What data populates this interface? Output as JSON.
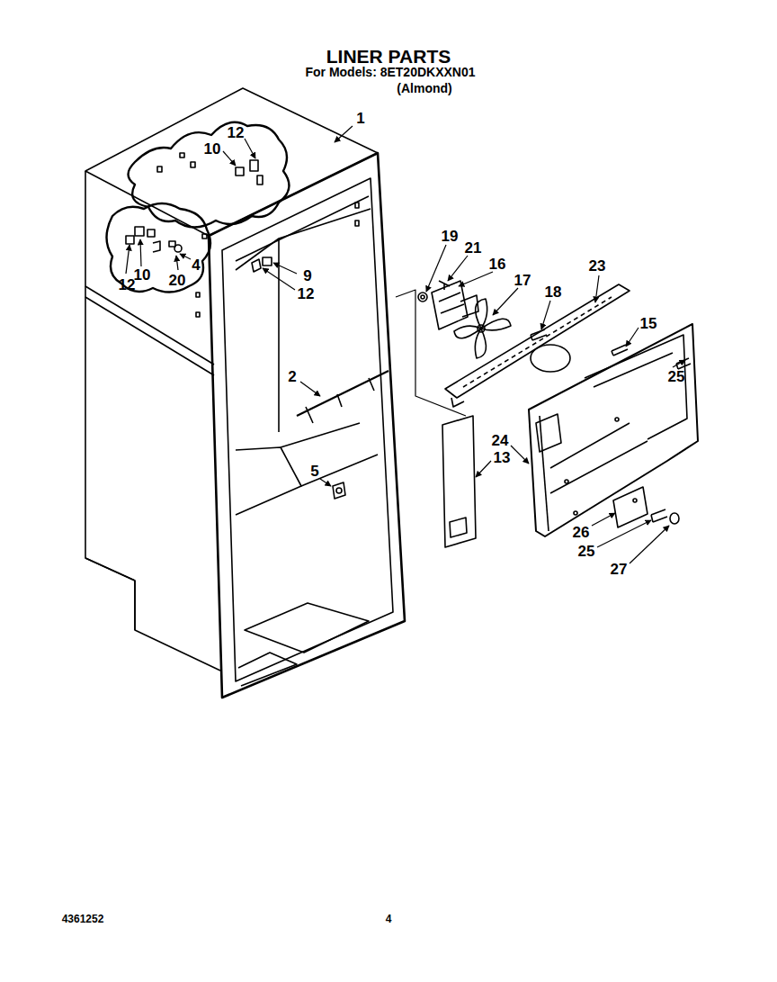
{
  "diagram": {
    "title": "LINER PARTS",
    "labels": [
      "For Models: 8ET20DKXXN01",
      "(Almond)",
      "1",
      "12",
      "10",
      "12",
      "10",
      "4",
      "20",
      "9",
      "12",
      "2",
      "5",
      "19",
      "21",
      "16",
      "17",
      "18",
      "23",
      "15",
      "25",
      "24",
      "13",
      "26",
      "25",
      "27",
      "4361252",
      "4"
    ]
  }
}
